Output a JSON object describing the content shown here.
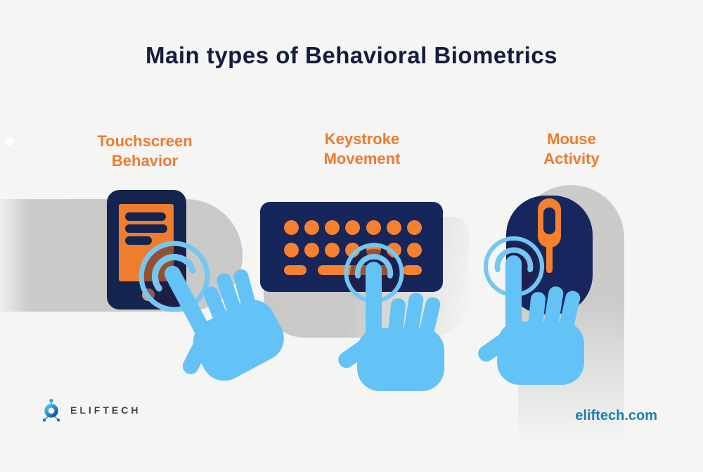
{
  "title": "Main types of Behavioral Biometrics",
  "sections": [
    {
      "line1": "Touchscreen",
      "line2": "Behavior",
      "icon": "smartphone-touch-icon"
    },
    {
      "line1": "Keystroke",
      "line2": "Movement",
      "icon": "keyboard-touch-icon"
    },
    {
      "line1": "Mouse",
      "line2": "Activity",
      "icon": "mouse-touch-icon"
    }
  ],
  "footer": {
    "brand": "ELIFTECH",
    "brand_icon": "eliftech-molecule-logo-icon",
    "website": "eliftech.com"
  },
  "colors": {
    "background": "#f5f5f3",
    "title_navy": "#131d3d",
    "device_navy": "#16255a",
    "accent_orange": "#ee7b2e",
    "key_orange": "#f5802e",
    "hand_blue": "#64c3f6",
    "ripple_blue": "#74c7f2",
    "band_gray": "#cbcbca",
    "link_teal": "#1a7fb0",
    "home_button_tan": "#d59a77"
  }
}
